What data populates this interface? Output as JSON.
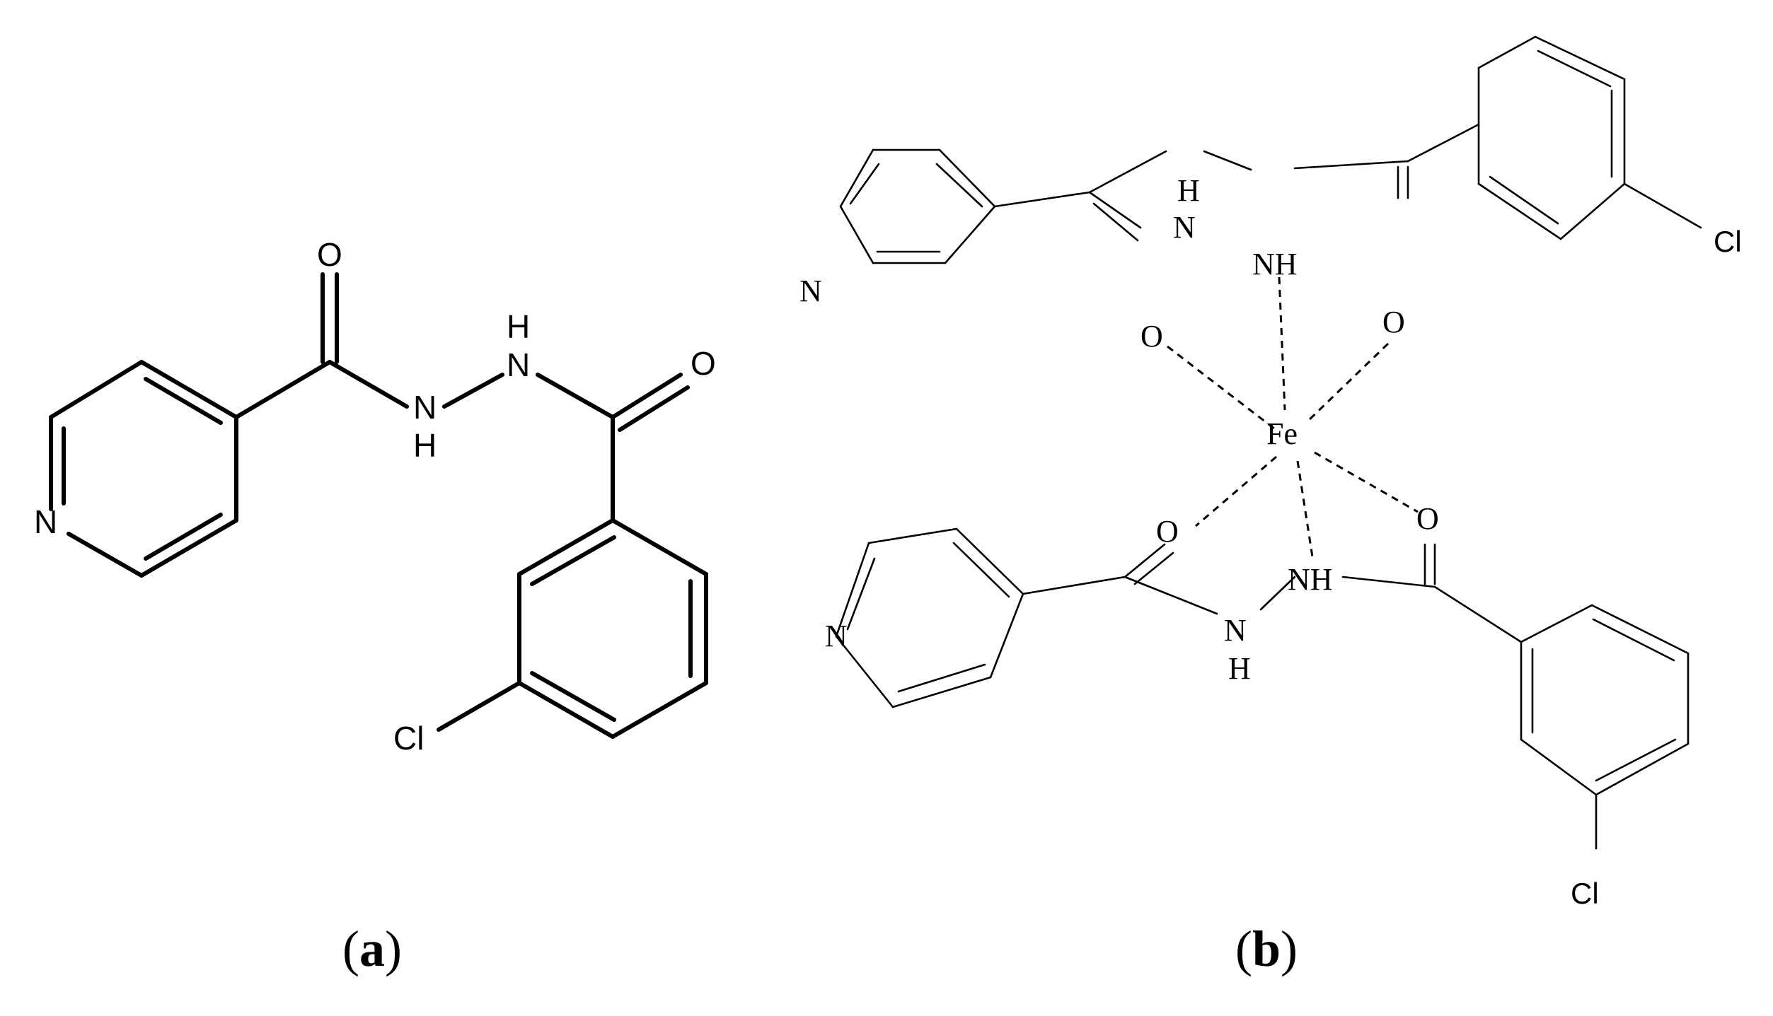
{
  "panel_a": {
    "caption_open": "(",
    "caption_letter": "a",
    "caption_close": ")",
    "atoms": {
      "n_pyridine": "N",
      "o_carbonyl_left": "O",
      "nh_left_n": "N",
      "nh_left_h": "H",
      "nh_right_h": "H",
      "nh_right_n": "N",
      "o_carbonyl_right": "O",
      "cl": "Cl"
    }
  },
  "panel_b": {
    "caption_open": "(",
    "caption_letter": "b",
    "caption_close": ")",
    "metal": "Fe",
    "atoms": {
      "n_py_top": "N",
      "nh_top_h": "H",
      "nh_top_n": "N",
      "nh_top_right": "NH",
      "o_top_left": "O",
      "o_top_right": "O",
      "cl_top": "Cl",
      "n_py_bottom": "N",
      "o_bottom_left": "O",
      "o_bottom_right": "O",
      "nh_bottom_right": "NH",
      "nh_bottom_n": "N",
      "nh_bottom_h": "H",
      "cl_bottom": "Cl"
    }
  }
}
